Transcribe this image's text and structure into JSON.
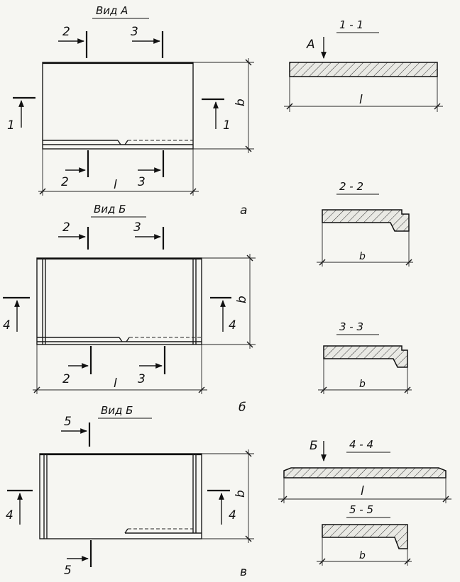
{
  "views": {
    "a": {
      "title": "Вид А",
      "letter": "а"
    },
    "b": {
      "title": "Вид Б",
      "letter": "б"
    },
    "v": {
      "title": "Вид Б",
      "letter": "в"
    }
  },
  "cut_labels": {
    "c1": "1",
    "c2": "2",
    "c3": "3",
    "c4": "4",
    "c5": "5"
  },
  "dims": {
    "length": "l",
    "width": "b"
  },
  "sections": {
    "s11": "1 - 1",
    "s22": "2 - 2",
    "s33": "3 - 3",
    "s44": "4 - 4",
    "s55": "5 - 5"
  },
  "view_arrows": {
    "a": "А",
    "b": "Б"
  }
}
